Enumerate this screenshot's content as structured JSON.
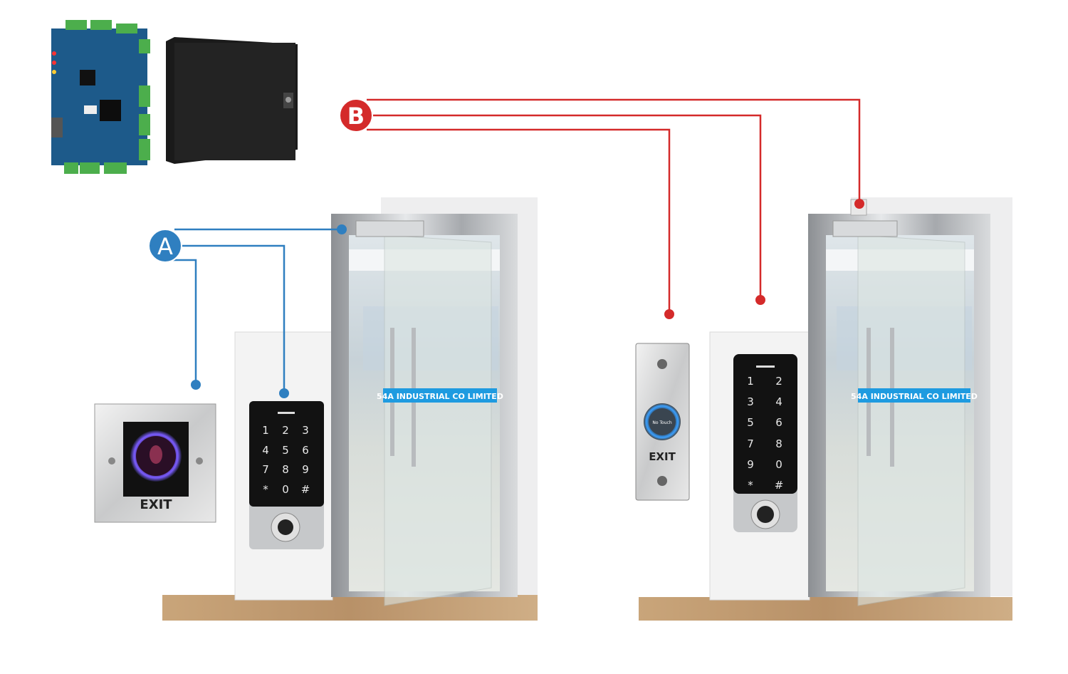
{
  "colors": {
    "line_a": "#2f7fc0",
    "line_b": "#d42a2a",
    "board": "#1d5a8a",
    "terminal": "#4cae4c",
    "banner": "#1e9be0"
  },
  "markers": {
    "a": "A",
    "b": "B"
  },
  "left_exit_button": {
    "label": "EXIT"
  },
  "right_exit_button": {
    "label": "EXIT",
    "sensor_text": "No Touch"
  },
  "door_banner": {
    "left": "54A INDUSTRIAL CO LIMITED",
    "right": "54A INDUSTRIAL CO LIMITED"
  },
  "left_keypad": {
    "keys": [
      "1",
      "2",
      "3",
      "4",
      "5",
      "6",
      "7",
      "8",
      "9",
      "*",
      "0",
      "#"
    ]
  },
  "right_keypad": {
    "keys": [
      "1",
      "2",
      "3",
      "4",
      "5",
      "6",
      "7",
      "8",
      "9",
      "0",
      "*",
      "#"
    ]
  }
}
